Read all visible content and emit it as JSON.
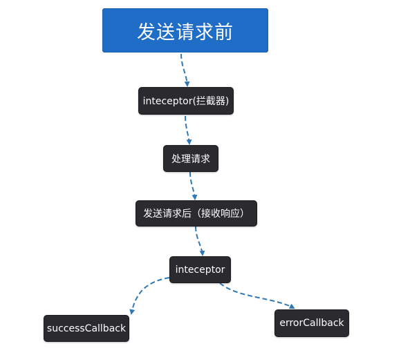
{
  "diagram": {
    "nodes": {
      "start": "发送请求前",
      "interceptor_1": "inteceptor(拦截器)",
      "process": "处理请求",
      "after_send": "发送请求后（接收响应）",
      "interceptor_2": "inteceptor",
      "success": "successCallback",
      "error": "errorCallback"
    },
    "edges": [
      {
        "from": "start",
        "to": "interceptor_1"
      },
      {
        "from": "interceptor_1",
        "to": "process"
      },
      {
        "from": "process",
        "to": "after_send"
      },
      {
        "from": "after_send",
        "to": "interceptor_2"
      },
      {
        "from": "interceptor_2",
        "to": "success"
      },
      {
        "from": "interceptor_2",
        "to": "error"
      }
    ],
    "colors": {
      "title_box": "#1f6dc7",
      "node_box": "#2b2b2f",
      "arrow": "#2f78b5"
    }
  }
}
